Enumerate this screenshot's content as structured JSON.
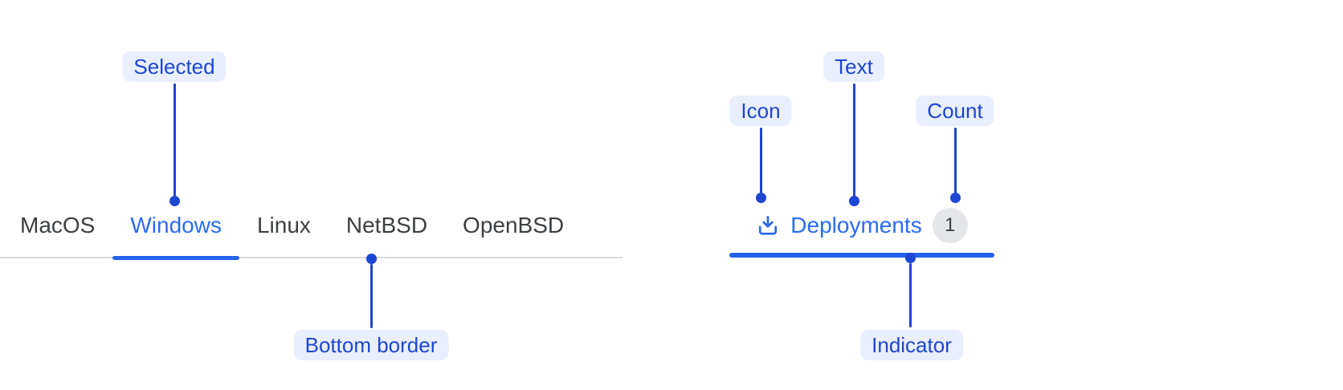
{
  "figure": {
    "kind": "tabs-component-anatomy",
    "colors": {
      "accent_blue": "#2b6bf2",
      "indicator_blue": "#2563eb",
      "annotation_blue": "#1d46d2",
      "annotation_bg": "#e9effd",
      "inactive_text": "#3c4043",
      "border_gray": "#dadce0",
      "badge_bg": "#e4e6e9"
    }
  },
  "tab_bar": {
    "tabs": [
      {
        "label": "MacOS",
        "selected": false
      },
      {
        "label": "Windows",
        "selected": true
      },
      {
        "label": "Linux",
        "selected": false
      },
      {
        "label": "NetBSD",
        "selected": false
      },
      {
        "label": "OpenBSD",
        "selected": false
      }
    ]
  },
  "deployments_tab": {
    "icon": "download-icon",
    "label": "Deployments",
    "count": "1"
  },
  "annotations": {
    "selected": "Selected",
    "bottom_border": "Bottom border",
    "icon": "Icon",
    "text": "Text",
    "count": "Count",
    "indicator": "Indicator"
  }
}
